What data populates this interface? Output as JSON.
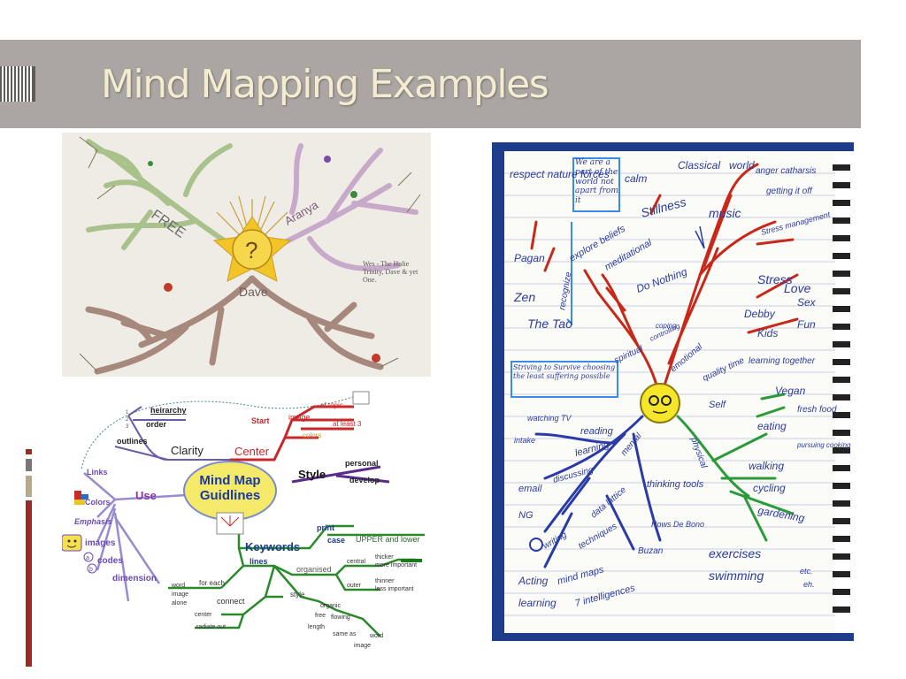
{
  "slide": {
    "title": "Mind Mapping Examples"
  },
  "colors": {
    "title_band": "#aba6a3",
    "title_text": "#f4ecd0",
    "accent_red": "#9c2a22",
    "accent_gray": "#7a7673",
    "accent_tan": "#b8a888"
  },
  "image_left_top": {
    "labels": [
      "FREE",
      "Aranya",
      "Dave",
      "?"
    ],
    "note": "Wes - The Holie Trinity, Dave & yet One."
  },
  "image_left_bottom": {
    "center": "Mind Map\nGuidlines",
    "branches": {
      "clarity": {
        "label": "Clarity",
        "items": [
          "heirarchy",
          "order",
          "outlines",
          "1",
          "2",
          "3"
        ]
      },
      "center": {
        "label": "Center",
        "items": [
          "Start",
          "image",
          "of topic",
          "colors",
          "at least 3"
        ]
      },
      "style": {
        "label": "Style",
        "items": [
          "personal",
          "develop"
        ]
      },
      "use": {
        "label": "Use",
        "items": [
          "Links",
          "Colors",
          "Emphasis",
          "images",
          "codes",
          "dimension"
        ]
      },
      "keywords": {
        "label": "Keywords",
        "items": [
          "print",
          "case",
          "UPPER and lower",
          "lines",
          "organised",
          "central",
          "thicker",
          "more important",
          "outer",
          "thinner",
          "less important",
          "for each",
          "word",
          "image",
          "alone",
          "connect",
          "center",
          "radiate out",
          "style",
          "organic",
          "free",
          "flowing",
          "length",
          "same as",
          "word",
          "image"
        ]
      }
    },
    "code_marks": [
      "a",
      "b"
    ]
  },
  "image_right": {
    "words": [
      "respect nature forces",
      "We are a part of the world not apart from it",
      "calm",
      "Classical",
      "world",
      "anger catharsis",
      "getting it off",
      "Pagan",
      "Zen",
      "The Tao",
      "recognize",
      "explore beliefs",
      "Stillness",
      "music",
      "Stress management",
      "meditational",
      "Do Nothing",
      "Stress",
      "Love",
      "Sex",
      "Debby",
      "Kids",
      "Fun",
      "learning together",
      "Striving to Survive choosing the least suffering possible",
      "spiritual",
      "emotional",
      "coping",
      "controlling",
      "quality time",
      "Self",
      "Vegan",
      "fresh food",
      "eating",
      "pursuing cooking",
      "watching TV",
      "reading",
      "intake",
      "learning",
      "mental",
      "physical",
      "email",
      "discussing",
      "NG",
      "thinking tools",
      "data lattice",
      "walking",
      "cycling",
      "gardening",
      "writing",
      "techniques",
      "Hows De Bono",
      "Buzan",
      "exercises",
      "swimming",
      "Acting",
      "learning",
      "mind maps",
      "7 intelligences",
      "etc.",
      "eh."
    ]
  }
}
